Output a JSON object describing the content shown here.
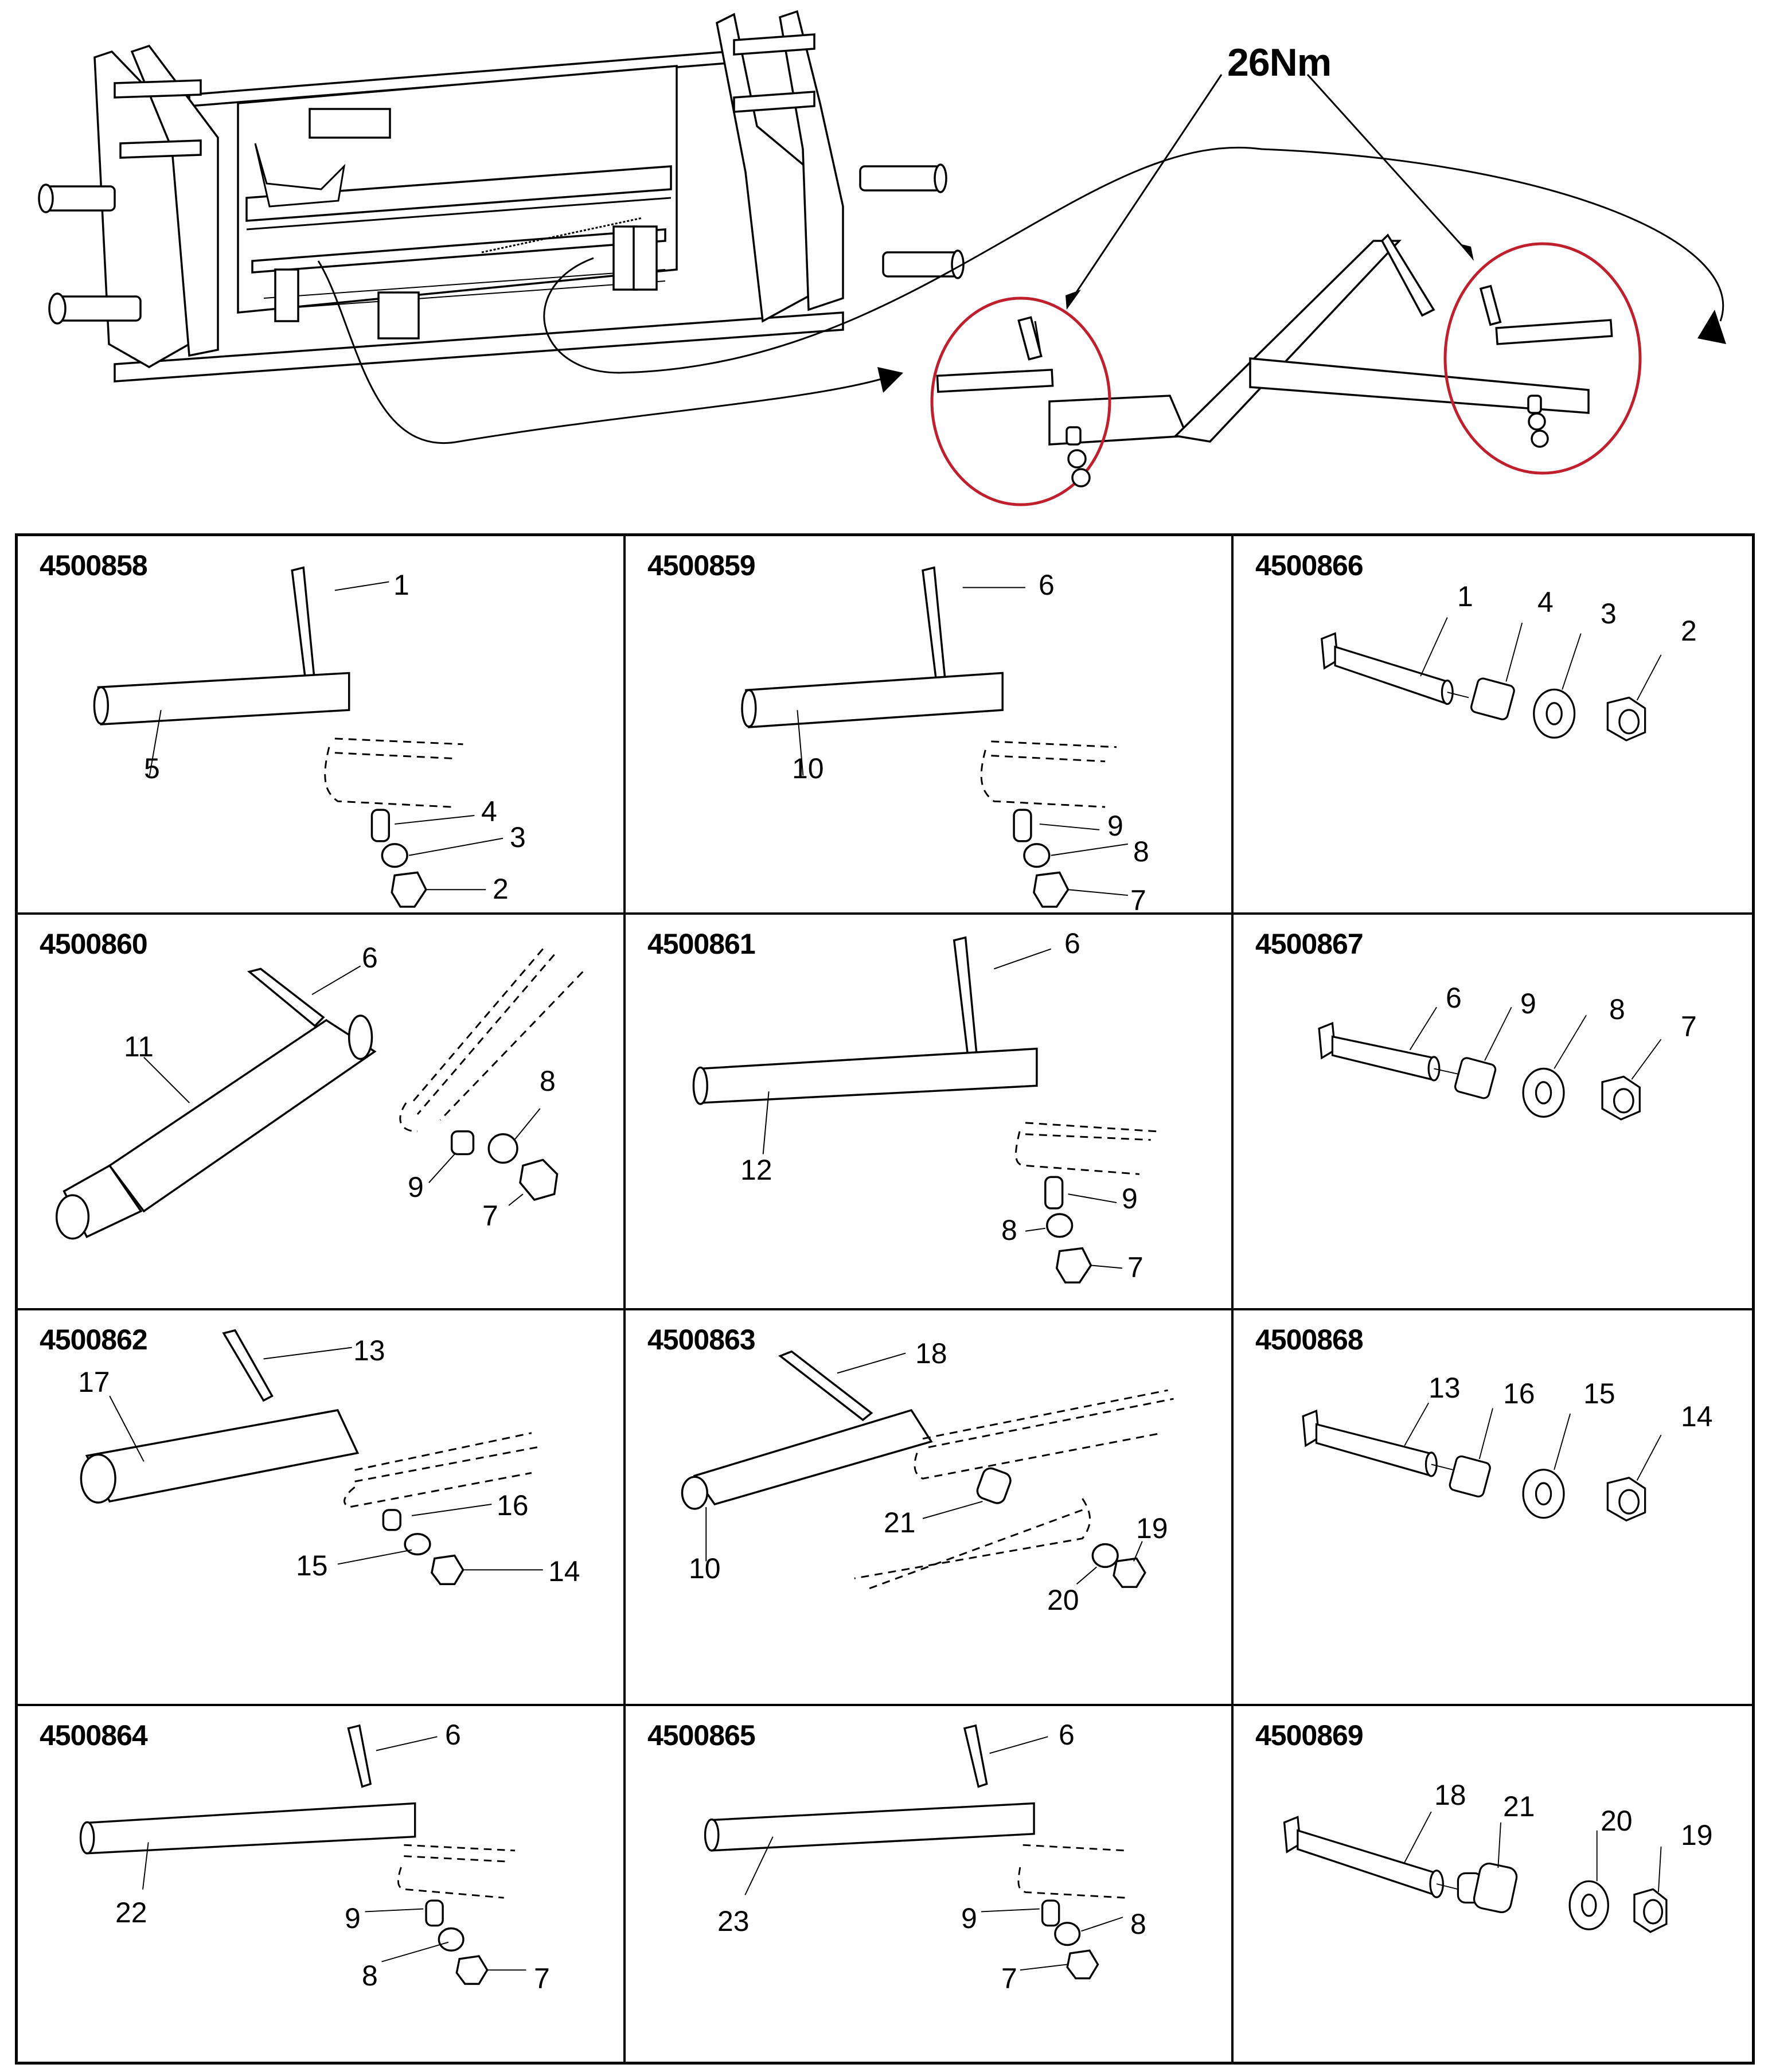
{
  "overview": {
    "torque_label": "26Nm",
    "highlight_color": "#c0202e",
    "detail_circles": [
      "left-pivot-detail",
      "right-pivot-detail"
    ]
  },
  "kits": [
    {
      "number": "4500858",
      "callouts": [
        "1",
        "5",
        "4",
        "3",
        "2"
      ],
      "layout": "vertical-pin"
    },
    {
      "number": "4500859",
      "callouts": [
        "6",
        "10",
        "9",
        "8",
        "7"
      ],
      "layout": "vertical-pin"
    },
    {
      "number": "4500866",
      "callouts": [
        "1",
        "4",
        "3",
        "2"
      ],
      "layout": "bolt-kit"
    },
    {
      "number": "4500860",
      "callouts": [
        "6",
        "11",
        "8",
        "9",
        "7"
      ],
      "layout": "stepped-pin"
    },
    {
      "number": "4500861",
      "callouts": [
        "6",
        "12",
        "9",
        "8",
        "7"
      ],
      "layout": "vertical-pin"
    },
    {
      "number": "4500867",
      "callouts": [
        "6",
        "9",
        "8",
        "7"
      ],
      "layout": "bolt-kit"
    },
    {
      "number": "4500862",
      "callouts": [
        "13",
        "17",
        "16",
        "15",
        "14"
      ],
      "layout": "thick-pin"
    },
    {
      "number": "4500863",
      "callouts": [
        "18",
        "10",
        "21",
        "19",
        "20"
      ],
      "layout": "angled-pin"
    },
    {
      "number": "4500868",
      "callouts": [
        "13",
        "16",
        "15",
        "14"
      ],
      "layout": "bolt-kit"
    },
    {
      "number": "4500864",
      "callouts": [
        "6",
        "22",
        "9",
        "8",
        "7"
      ],
      "layout": "vertical-pin"
    },
    {
      "number": "4500865",
      "callouts": [
        "6",
        "23",
        "9",
        "8",
        "7"
      ],
      "layout": "vertical-pin"
    },
    {
      "number": "4500869",
      "callouts": [
        "18",
        "21",
        "20",
        "19"
      ],
      "layout": "bolt-kit-collar"
    }
  ]
}
